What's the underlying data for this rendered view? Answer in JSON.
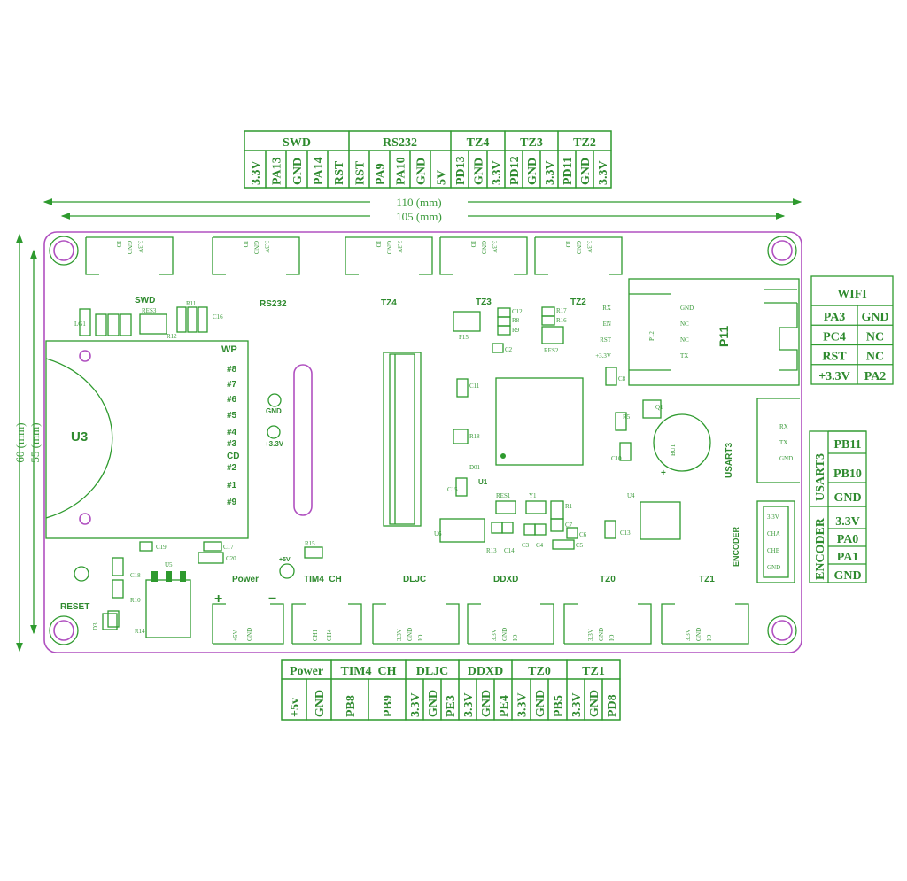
{
  "dimensions": {
    "outer_width": "110 (mm)",
    "inner_width": "105 (mm)",
    "outer_height": "60 (mm)",
    "inner_height": "55 (mm)"
  },
  "top_table": {
    "groups": [
      {
        "name": "SWD",
        "pins": [
          "3.3V",
          "PA13",
          "GND",
          "PA14",
          "RST"
        ]
      },
      {
        "name": "RS232",
        "pins": [
          "RST",
          "PA9",
          "PA10",
          "GND",
          "5V"
        ]
      },
      {
        "name": "TZ4",
        "pins": [
          "PD13",
          "GND",
          "3.3V"
        ]
      },
      {
        "name": "TZ3",
        "pins": [
          "PD12",
          "GND",
          "3.3V"
        ]
      },
      {
        "name": "TZ2",
        "pins": [
          "PD11",
          "GND",
          "3.3V"
        ]
      }
    ]
  },
  "bottom_table": {
    "groups": [
      {
        "name": "Power",
        "pins": [
          "+5v",
          "GND"
        ]
      },
      {
        "name": "TIM4_CH",
        "pins": [
          "PB8",
          "PB9"
        ]
      },
      {
        "name": "DLJC",
        "pins": [
          "3.3V",
          "GND",
          "PE3"
        ]
      },
      {
        "name": "DDXD",
        "pins": [
          "3.3V",
          "GND",
          "PE4"
        ]
      },
      {
        "name": "TZ0",
        "pins": [
          "3.3V",
          "GND",
          "PB5"
        ]
      },
      {
        "name": "TZ1",
        "pins": [
          "3.3V",
          "GND",
          "PD8"
        ]
      }
    ]
  },
  "wifi_table": {
    "title": "WIFI",
    "rows": [
      [
        "PA3",
        "GND"
      ],
      [
        "PC4",
        "NC"
      ],
      [
        "RST",
        "NC"
      ],
      [
        "+3.3V",
        "PA2"
      ]
    ]
  },
  "usart_encoder_table": {
    "usart_label": "USART3",
    "usart_pins": [
      "PB11",
      "PB10",
      "GND"
    ],
    "encoder_label": "ENCODER",
    "encoder_pins": [
      "3.3V",
      "PA0",
      "PA1",
      "GND"
    ]
  },
  "board": {
    "labels": {
      "swd": "SWD",
      "rs232": "RS232",
      "tz4": "TZ4",
      "tz3": "TZ3",
      "tz2": "TZ2",
      "wp": "WP",
      "u3": "U3",
      "gnd": "GND",
      "p33v": "+3.3V",
      "reset": "RESET",
      "power": "Power",
      "plus": "+",
      "minus": "−",
      "p5v": "+5V",
      "tim4": "TIM4_CH",
      "dljc": "DLJC",
      "ddxd": "DDXD",
      "tz0": "TZ0",
      "tz1": "TZ1",
      "usart3": "USART3",
      "encoder": "ENCODER",
      "p11": "P11",
      "p12": "P12",
      "u4": "U4",
      "u5": "U5",
      "u1": "U1",
      "u6": "U6",
      "bu1": "BU1",
      "res1": "RES1",
      "res2": "RES2",
      "res3": "RES3",
      "y1": "Y1",
      "p15": "P15",
      "lg1": "LG1",
      "r15": "R15",
      "c17": "C17",
      "c19": "C19",
      "c20": "C20",
      "c18": "C18",
      "r10": "R10",
      "r14": "R14",
      "d3": "D3",
      "r11": "R11",
      "r12": "R12",
      "c16": "C16",
      "c12": "C12",
      "r8": "R8",
      "r9": "R9",
      "r17": "R17",
      "r16": "R16",
      "c2": "C2",
      "c8": "C8",
      "c13": "C13",
      "c10": "C10",
      "r5": "R5",
      "q1": "Q1",
      "c11": "C11",
      "r18": "R18",
      "c15": "C15",
      "d01": "D01",
      "c14": "C14",
      "r13": "R13",
      "c3": "C3",
      "c4": "C4",
      "c5": "C5",
      "c6": "C6",
      "c7": "C7",
      "r1": "R1",
      "ch1": "CH1",
      "ch4": "CH4"
    },
    "sd_pins": [
      "#8",
      "#7",
      "#6",
      "#5",
      "#4",
      "#3",
      "CD",
      "#2",
      "#1",
      "#9"
    ],
    "wifi_pins_left": [
      "RX",
      "EN",
      "RST",
      "+3.3V"
    ],
    "wifi_pins_right": [
      "GND",
      "NC",
      "NC",
      "TX"
    ],
    "usart_conn_pins": [
      "RX",
      "TX",
      "GND"
    ],
    "encoder_conn_pins": [
      "3.3V",
      "CHA",
      "CHB",
      "GND"
    ],
    "top_conn_pins": [
      "IO",
      "GND",
      "3.3V"
    ],
    "bottom_conn_pins": [
      "3.3V",
      "GND",
      "IO"
    ],
    "power_conn_pins": [
      "+5V",
      "GND"
    ]
  }
}
